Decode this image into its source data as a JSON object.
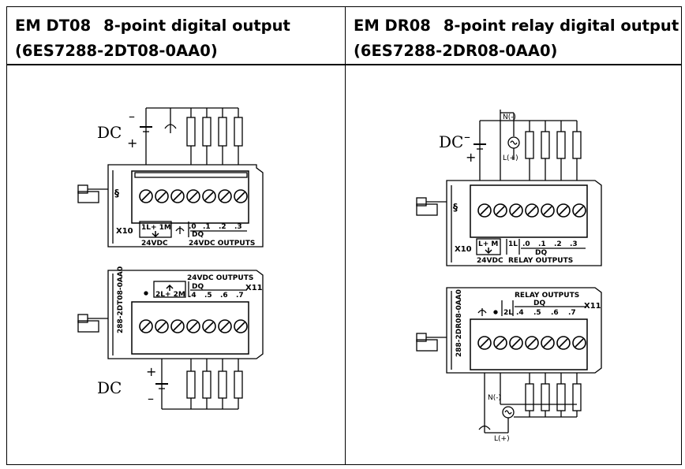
{
  "left": {
    "model": "EM DT08",
    "description": "8-point digital output",
    "order_number": "(6ES7288-2DT08-0AA0)",
    "diagram": {
      "dc_label": "DC",
      "plus": "+",
      "minus": "–",
      "top_module": {
        "port": "X10",
        "power_labels": "1L+ 1M",
        "power_caption": "24VDC",
        "dq_label": "DQ",
        "channels": [
          ".0",
          ".1",
          ".2",
          ".3"
        ],
        "outputs_caption": "24VDC OUTPUTS"
      },
      "bottom_module": {
        "port": "X11",
        "side_label": "288-2DT08-0AA0",
        "outputs_caption": "24VDC OUTPUTS",
        "power_labels": "2L+ 2M",
        "dq_label": "DQ",
        "channels": [
          ".4",
          ".5",
          ".6",
          ".7"
        ]
      }
    }
  },
  "right": {
    "model": "EM DR08",
    "description": "8-point relay digital output",
    "order_number": "(6ES7288-2DR08-0AA0)",
    "diagram": {
      "dc_label": "DC",
      "plus": "+",
      "minus": "–",
      "n_label": "N(-)",
      "l_label": "L(+)",
      "top_module": {
        "port": "X10",
        "power_labels": "L+  M",
        "power_caption": "24VDC",
        "common": "1L",
        "dq_label": "DQ",
        "channels": [
          ".0",
          ".1",
          ".2",
          ".3"
        ],
        "outputs_caption": "RELAY OUTPUTS"
      },
      "bottom_module": {
        "port": "X11",
        "side_label": "288-2DR08-0AA0",
        "outputs_caption": "RELAY OUTPUTS",
        "common": "2L",
        "dq_label": "DQ",
        "channels": [
          ".4",
          ".5",
          ".6",
          ".7"
        ]
      }
    }
  }
}
